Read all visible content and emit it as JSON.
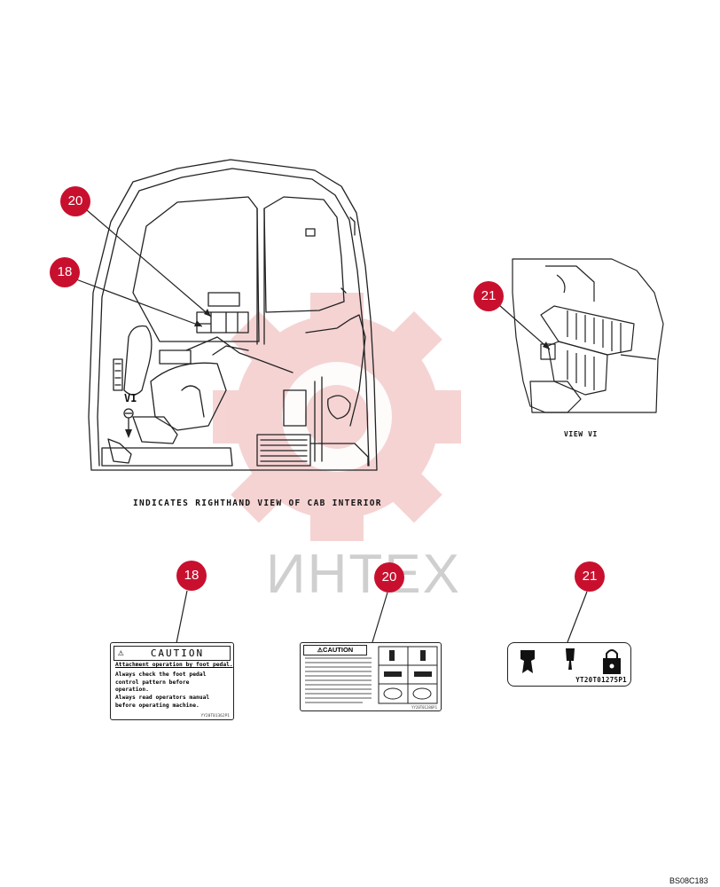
{
  "main_view": {
    "caption": "INDICATES RIGHTHAND VIEW OF CAB INTERIOR",
    "view_marker": "VI"
  },
  "detail_view": {
    "caption": "VIEW VI"
  },
  "callouts": {
    "c20": "20",
    "c18": "18",
    "c21": "21"
  },
  "watermark": {
    "text": "ИНТЕХ"
  },
  "decal_18": {
    "header": "CAUTION",
    "subtitle": "Attachment operation by foot pedal.",
    "lines": [
      "Always check the foot pedal",
      "control pattern before",
      "operation.",
      "Always read operators manual",
      "before operating machine."
    ],
    "part_no": "YY20T01362P1"
  },
  "decal_20": {
    "header": "CAUTION",
    "part_no": "YY20T01286P1"
  },
  "decal_21": {
    "part_no": "YT20T01275P1"
  },
  "figure_id": "BS08C183",
  "colors": {
    "callout": "#c8102e",
    "watermark": "#f2c6c6",
    "line": "#222222"
  }
}
